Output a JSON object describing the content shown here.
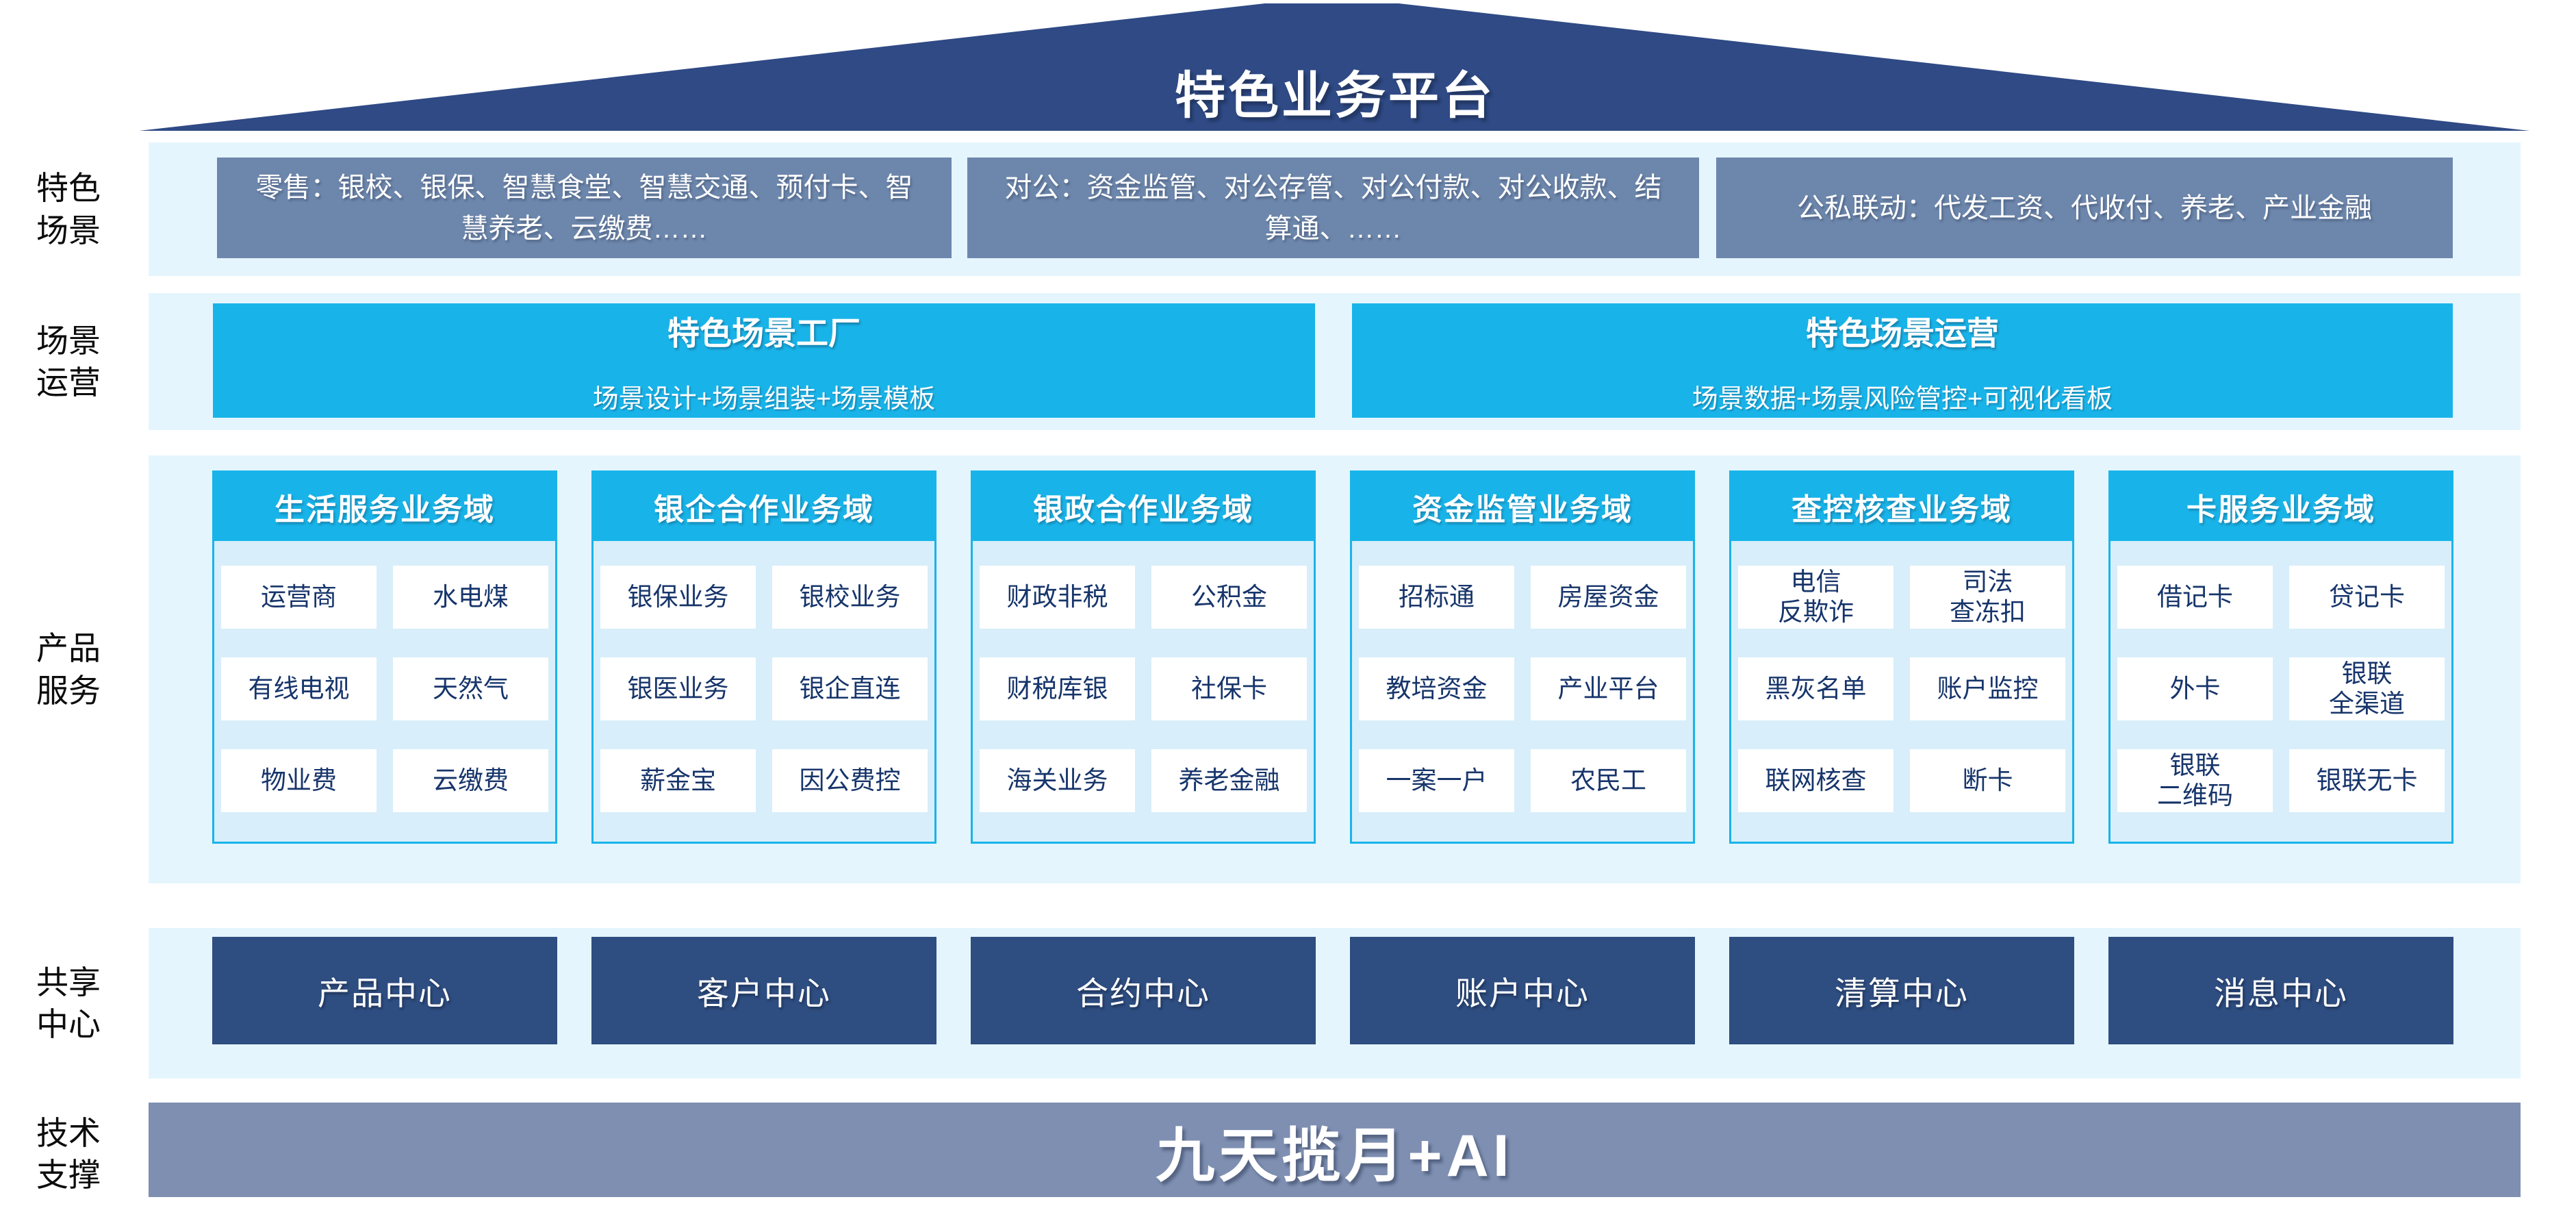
{
  "roof": {
    "title": "特色业务平台"
  },
  "row_labels": {
    "scenes": "特色\n场景",
    "operation": "场景\n运营",
    "products": "产品\n服务",
    "shared": "共享\n中心",
    "tech": "技术\n支撑"
  },
  "scenes": {
    "boxes": [
      "零售：银校、银保、智慧食堂、智慧交通、预付卡、智慧养老、云缴费……",
      "对公：资金监管、对公存管、对公付款、对公收款、结算通、……",
      "公私联动：代发工资、代收付、养老、产业金融"
    ]
  },
  "operation": {
    "boxes": [
      {
        "title": "特色场景工厂",
        "subtitle": "场景设计+场景组装+场景模板"
      },
      {
        "title": "特色场景运营",
        "subtitle": "场景数据+场景风险管控+可视化看板"
      }
    ]
  },
  "products": {
    "domains": [
      {
        "title": "生活服务业务域",
        "items": [
          "运营商",
          "水电煤",
          "有线电视",
          "天然气",
          "物业费",
          "云缴费"
        ]
      },
      {
        "title": "银企合作业务域",
        "items": [
          "银保业务",
          "银校业务",
          "银医业务",
          "银企直连",
          "薪金宝",
          "因公费控"
        ]
      },
      {
        "title": "银政合作业务域",
        "items": [
          "财政非税",
          "公积金",
          "财税库银",
          "社保卡",
          "海关业务",
          "养老金融"
        ]
      },
      {
        "title": "资金监管业务域",
        "items": [
          "招标通",
          "房屋资金",
          "教培资金",
          "产业平台",
          "一案一户",
          "农民工"
        ]
      },
      {
        "title": "查控核查业务域",
        "items": [
          "电信\n反欺诈",
          "司法\n查冻扣",
          "黑灰名单",
          "账户监控",
          "联网核查",
          "断卡"
        ]
      },
      {
        "title": "卡服务业务域",
        "items": [
          "借记卡",
          "贷记卡",
          "外卡",
          "银联\n全渠道",
          "银联\n二维码",
          "银联无卡"
        ]
      }
    ]
  },
  "shared": {
    "centers": [
      "产品中心",
      "客户中心",
      "合约中心",
      "账户中心",
      "清算中心",
      "消息中心"
    ]
  },
  "tech": {
    "platform": "九天揽月+AI"
  },
  "colors": {
    "roof_navy": "#2f4a85",
    "scene_box_blue_gray": "#6d87ac",
    "accent_cyan": "#18b4e9",
    "band_light_blue": "#e4f5fd",
    "panel_fill": "#d8eefa",
    "item_text_navy": "#17356b",
    "center_box_navy": "#2e4d80",
    "tech_bar_gray_blue": "#7e8fb2"
  }
}
